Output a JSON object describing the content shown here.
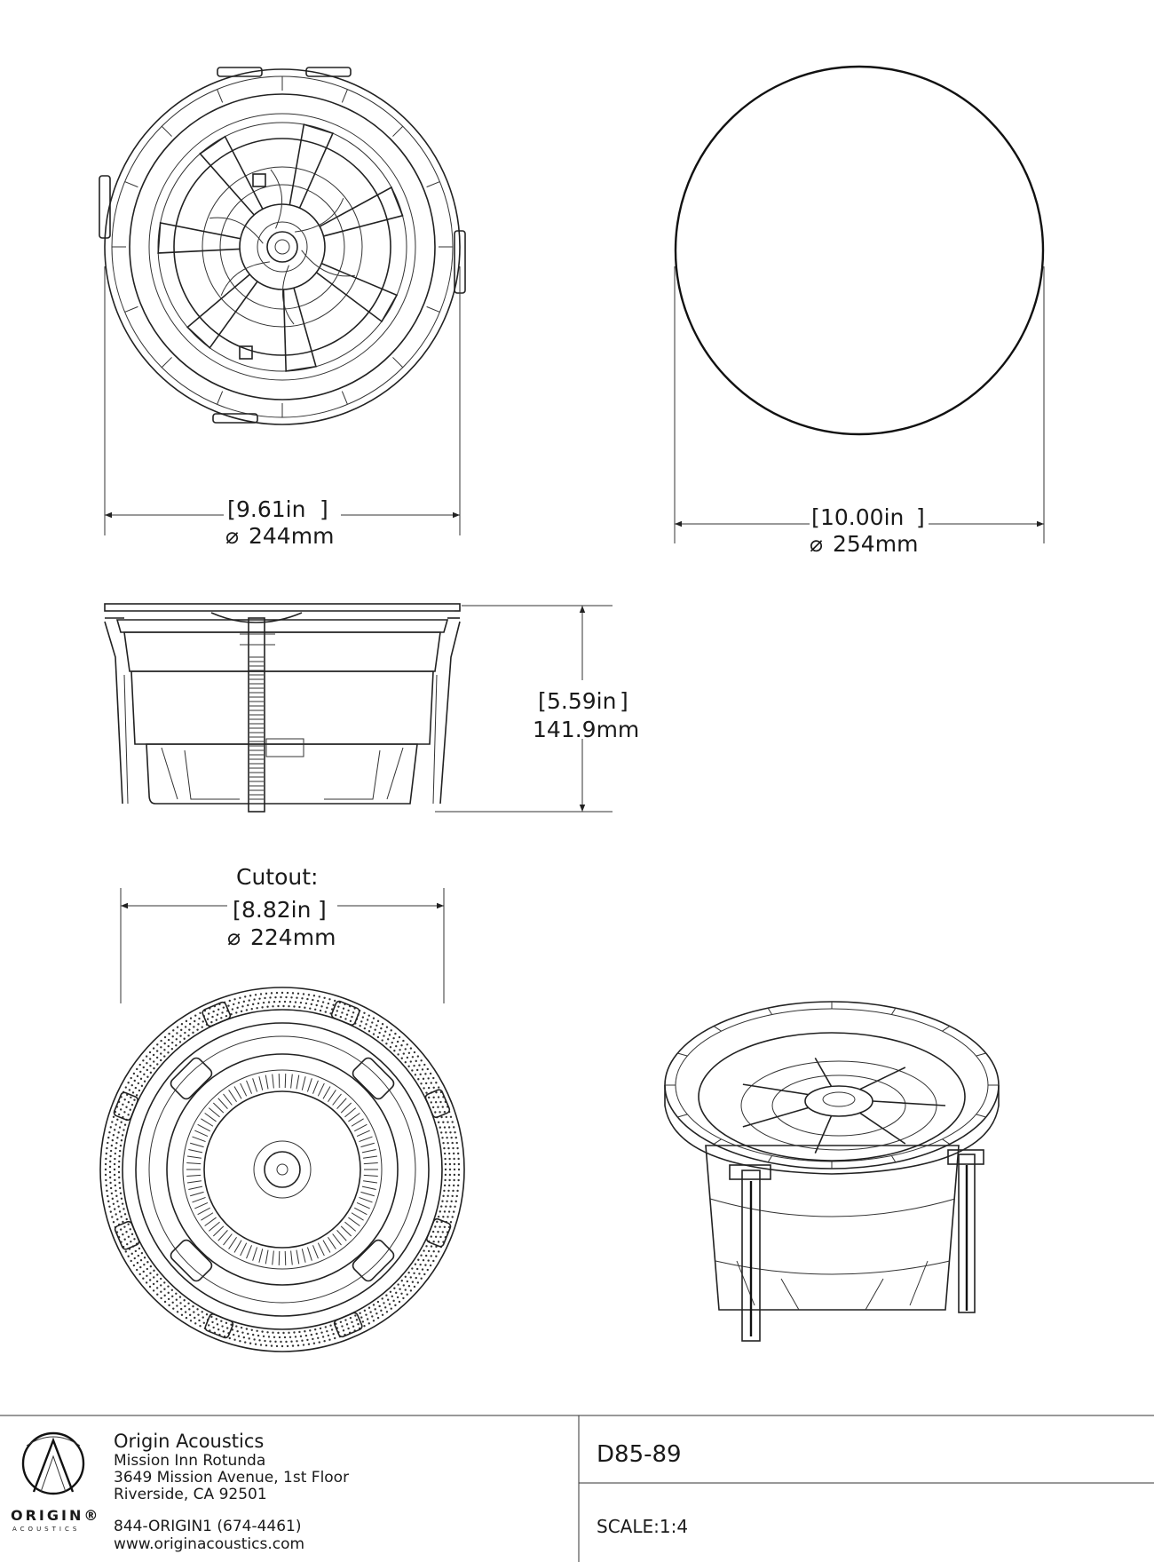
{
  "top_view": {
    "dim_in": "9.61in",
    "dim_mm": "244mm"
  },
  "grille_view": {
    "dim_in": "10.00in",
    "dim_mm": "254mm"
  },
  "side_view": {
    "dim_in": "5.59in",
    "dim_mm": "141.9mm"
  },
  "cutout": {
    "label": "Cutout:",
    "dim_in": "8.82in",
    "dim_mm": "224mm"
  },
  "symbols": {
    "diameter": "⌀"
  },
  "title_block": {
    "logo_text": "ORIGIN®",
    "logo_subtext": "ACOUSTICS",
    "company": "Origin Acoustics",
    "address_lines": [
      "Mission Inn Rotunda",
      "3649 Mission Avenue, 1st Floor",
      "Riverside, CA 92501"
    ],
    "phone": "844-ORIGIN1 (674-4461)",
    "website": "www.originacoustics.com",
    "part_number": "D85-89",
    "scale": "SCALE:1:4"
  }
}
